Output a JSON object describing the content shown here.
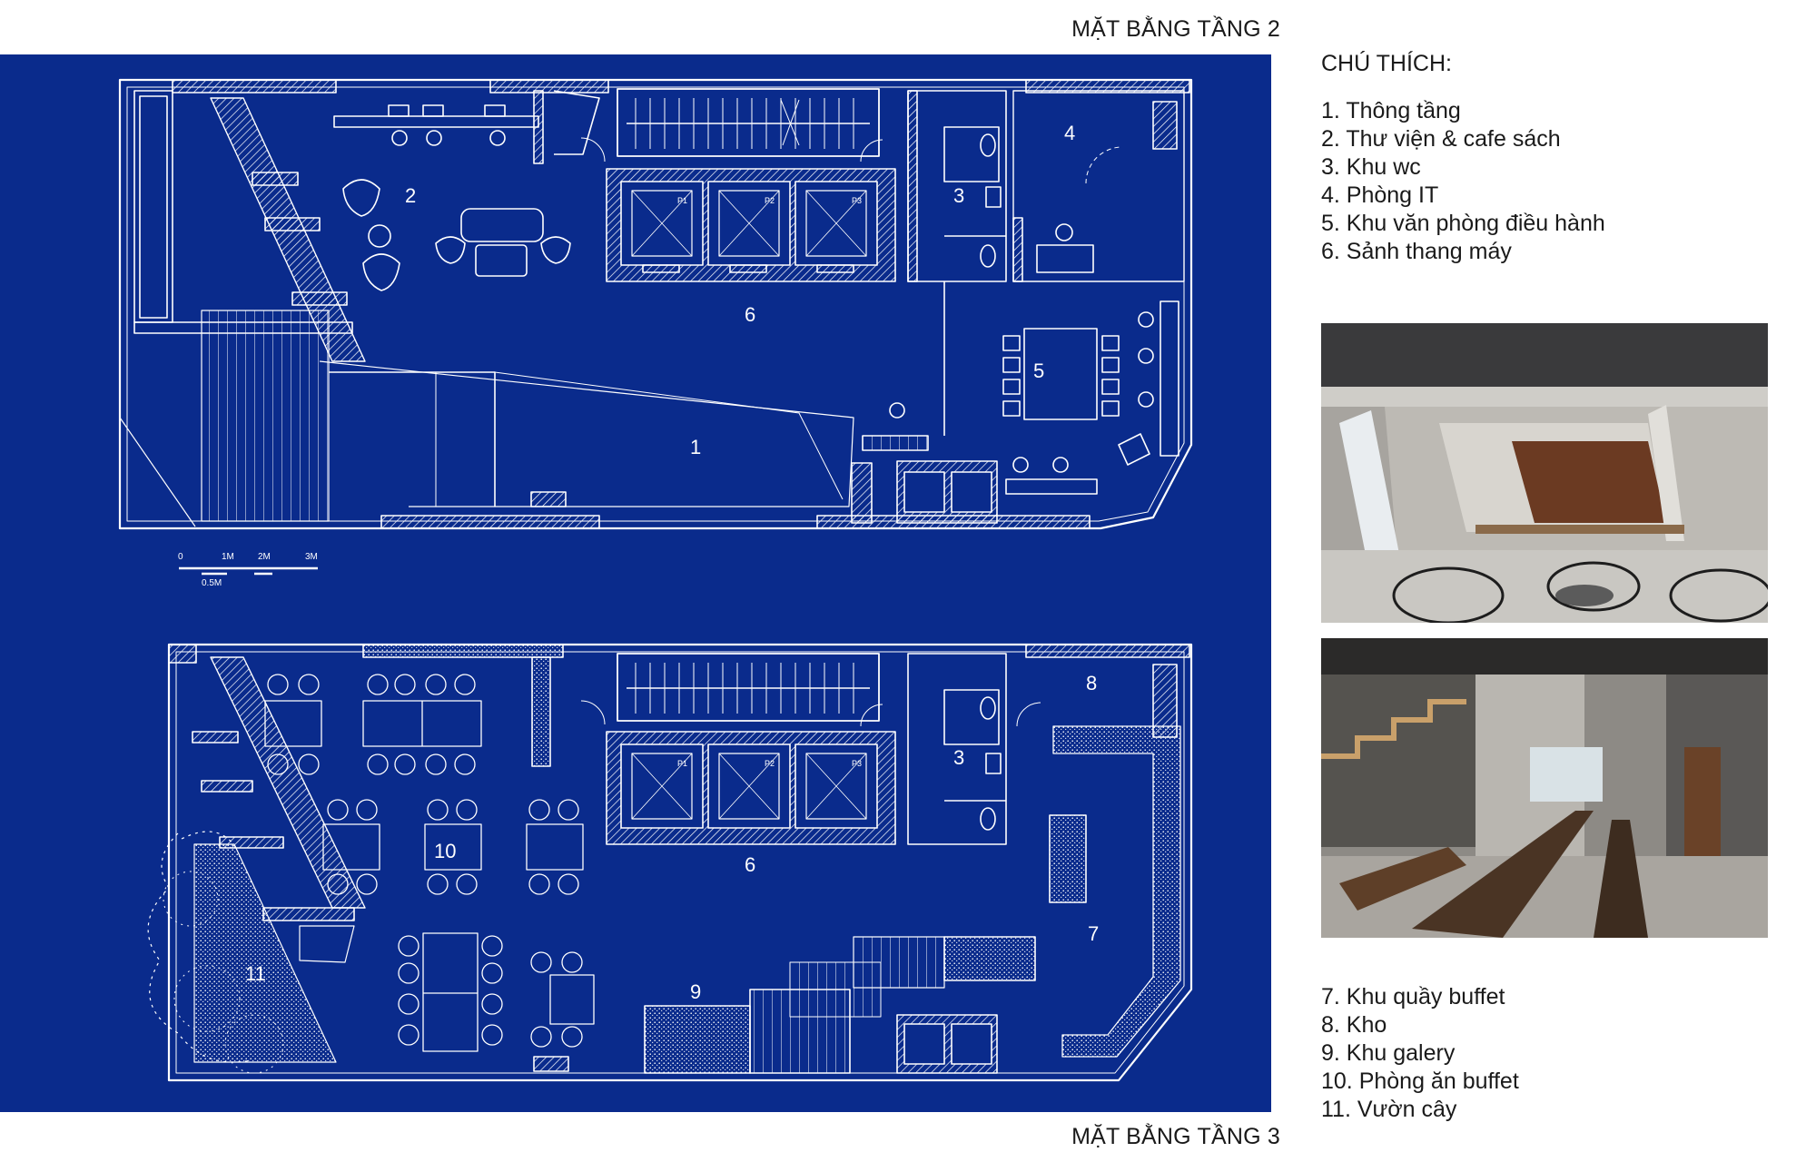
{
  "titles": {
    "floor2": "MẶT BẰNG TẦNG 2",
    "floor3": "MẶT BẰNG TẦNG 3"
  },
  "legend": {
    "heading": "CHÚ THÍCH:",
    "floor2_items": [
      "1. Thông tầng",
      "2. Thư viện & cafe sách",
      "3. Khu wc",
      "4. Phòng IT",
      "5. Khu văn phòng điều hành",
      "6. Sảnh thang máy"
    ],
    "floor3_items": [
      "7.   Khu quầy buffet",
      "8.   Kho",
      "9.   Khu galery",
      "10. Phòng ăn buffet",
      "11. Vườn cây"
    ]
  },
  "plan_labels": {
    "floor2": [
      "1",
      "2",
      "3",
      "4",
      "5",
      "6"
    ],
    "floor3": [
      "3",
      "6",
      "7",
      "8",
      "9",
      "10",
      "11"
    ]
  },
  "elevator_tags": [
    "P1",
    "P2",
    "P3"
  ],
  "scale_bar": {
    "ticks": [
      "0",
      "1M",
      "2M",
      "3M"
    ],
    "sub_tick": "0.5M"
  },
  "colors": {
    "blueprint": "#0a2b8c",
    "line": "#ffffff"
  }
}
